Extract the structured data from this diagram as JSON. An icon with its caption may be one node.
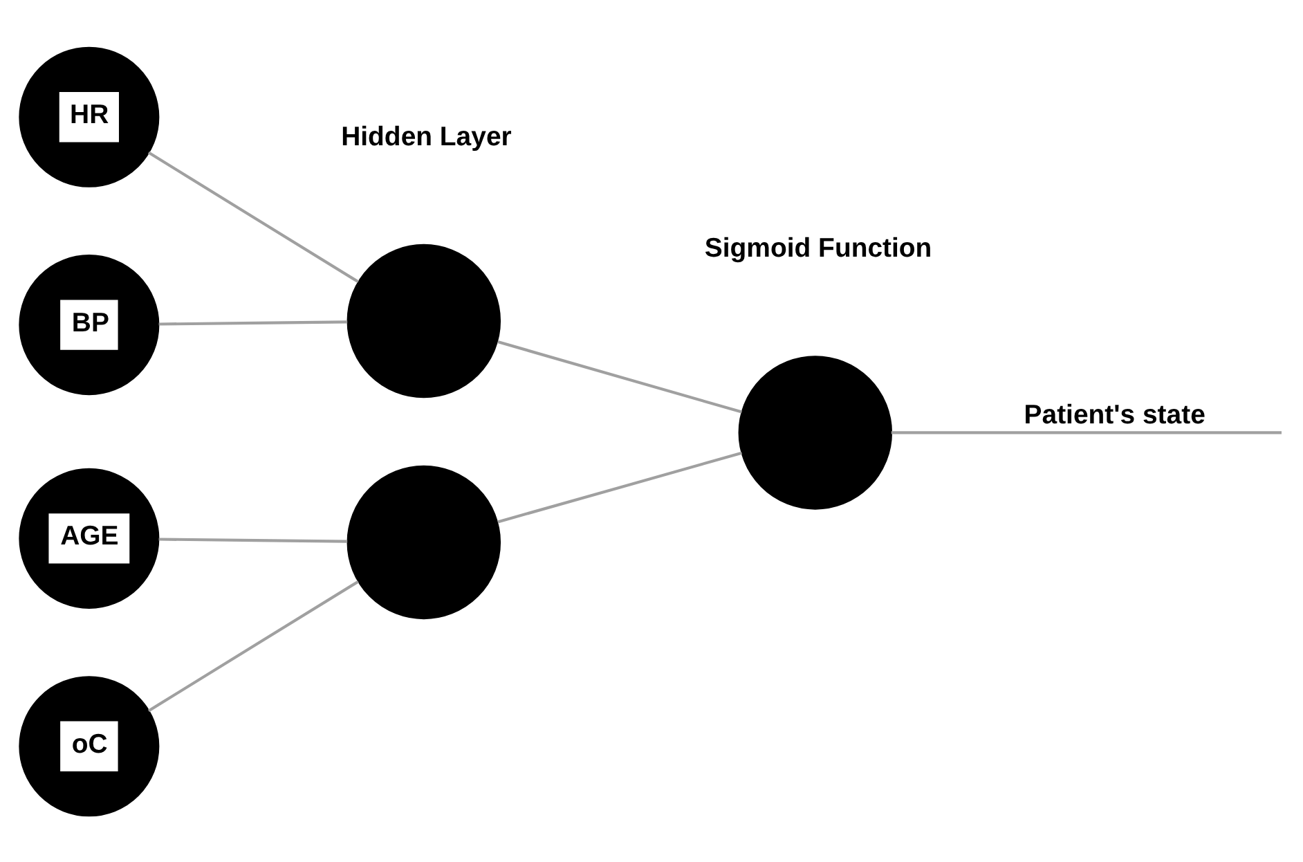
{
  "diagram": {
    "nodes": [
      {
        "text": [
          "HR"
        ]
      },
      {
        "text": [
          "BP"
        ]
      },
      {
        "text": [
          "oC"
        ]
      },
      {
        "text": [
          "AGE"
        ]
      },
      {
        "text": [],
        "shape": "circle"
      },
      {
        "text": [],
        "shape": "circle"
      },
      {
        "text": [],
        "shape": "circle"
      }
    ],
    "edges": [
      {
        "from": 0,
        "to": 4,
        "arrow": "none"
      },
      {
        "from": 1,
        "to": 4,
        "arrow": "none"
      },
      {
        "from": 2,
        "to": 5,
        "arrow": "none"
      },
      {
        "from": 3,
        "to": 5,
        "arrow": "none"
      },
      {
        "from": 4,
        "to": 6,
        "arrow": "none"
      },
      {
        "from": 5,
        "to": 6,
        "arrow": "none"
      },
      {
        "from": 6,
        "to": null,
        "arrow": "none",
        "label": "Patient's state"
      }
    ],
    "labels": [
      "Hidden Layer",
      "Sigmoid Function"
    ]
  }
}
